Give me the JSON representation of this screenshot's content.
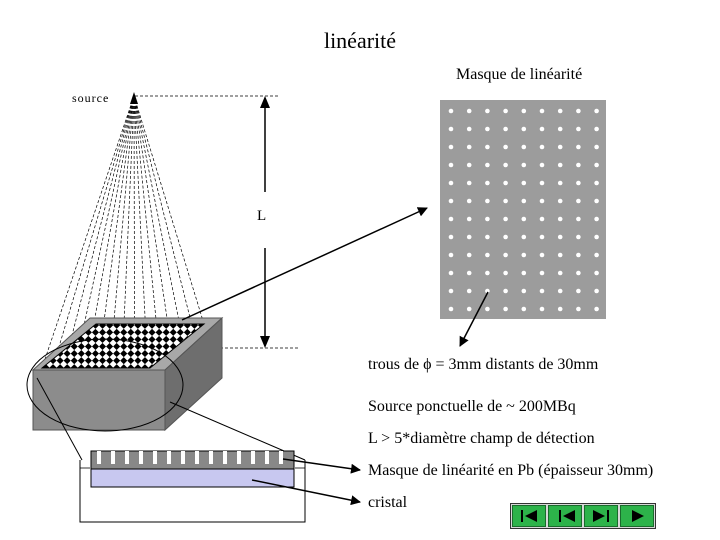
{
  "title": "linéarité",
  "mask_title": "Masque de linéarité",
  "source_label": "source",
  "l_label": "L",
  "captions": {
    "holes": "trous de ϕ = 3mm distants de 30mm",
    "source": "Source ponctuelle de ~ 200MBq",
    "distance": "L > 5*diamètre champ de détection",
    "pb_mask": "Masque de linéarité en Pb (épaisseur 30mm)",
    "crystal": "cristal"
  },
  "colors": {
    "mask_plate": "#9c9c9c",
    "holes": "#ffffff",
    "block_top": "#a8a8a8",
    "block_front": "#8c8c8c",
    "block_side": "#6e6e6e",
    "crystal": "#c8c8f0",
    "nav_button": "#2db34a"
  },
  "nav": {
    "buttons": [
      "first-icon",
      "previous-icon",
      "next-icon",
      "last-icon"
    ]
  }
}
